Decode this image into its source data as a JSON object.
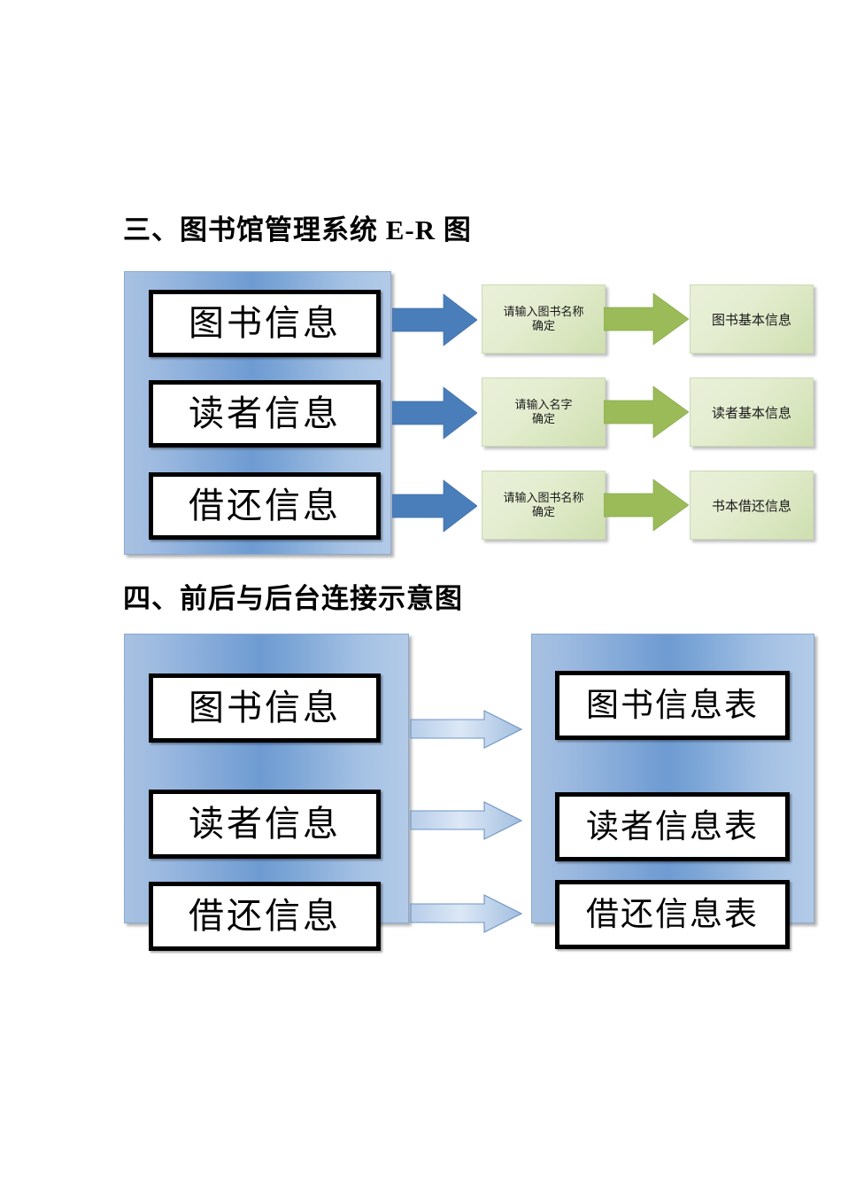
{
  "document": {
    "page_background": "#ffffff"
  },
  "sections": {
    "er": {
      "heading": "三、图书馆管理系统 E-R 图",
      "panel_label": "frontend-modules-panel",
      "modules": [
        {
          "label": "图书信息"
        },
        {
          "label": "读者信息"
        },
        {
          "label": "借还信息"
        }
      ],
      "inputs": [
        {
          "prompt": "请输入图书名称",
          "action": "确定"
        },
        {
          "prompt": "请输入名字",
          "action": "确定"
        },
        {
          "prompt": "请输入图书名称",
          "action": "确定"
        }
      ],
      "outputs": [
        {
          "label": "图书基本信息"
        },
        {
          "label": "读者基本信息"
        },
        {
          "label": "书本借还信息"
        }
      ],
      "arrows": {
        "stage1_color": "#4a7ebb",
        "stage2_color": "#9bbb59",
        "count": 3
      }
    },
    "link": {
      "heading": "四、前后与后台连接示意图",
      "frontend": {
        "panel_label": "frontend-panel",
        "items": [
          {
            "label": "图书信息"
          },
          {
            "label": "读者信息"
          },
          {
            "label": "借还信息"
          }
        ]
      },
      "backend": {
        "panel_label": "backend-panel",
        "items": [
          {
            "label": "图书信息表"
          },
          {
            "label": "读者信息表"
          },
          {
            "label": "借还信息表"
          }
        ]
      },
      "arrows": {
        "color": "#a9c4e4",
        "count": 3
      }
    }
  },
  "colors": {
    "panel_blue_light": "#a7c1e0",
    "panel_blue_dark": "#6e9bd2",
    "green_box_light": "#e9f0d9",
    "green_box_dark": "#cfdfb0",
    "arrow_blue": "#4a7ebb",
    "arrow_green": "#9bbb59",
    "box_border": "#000000",
    "text": "#000000"
  }
}
